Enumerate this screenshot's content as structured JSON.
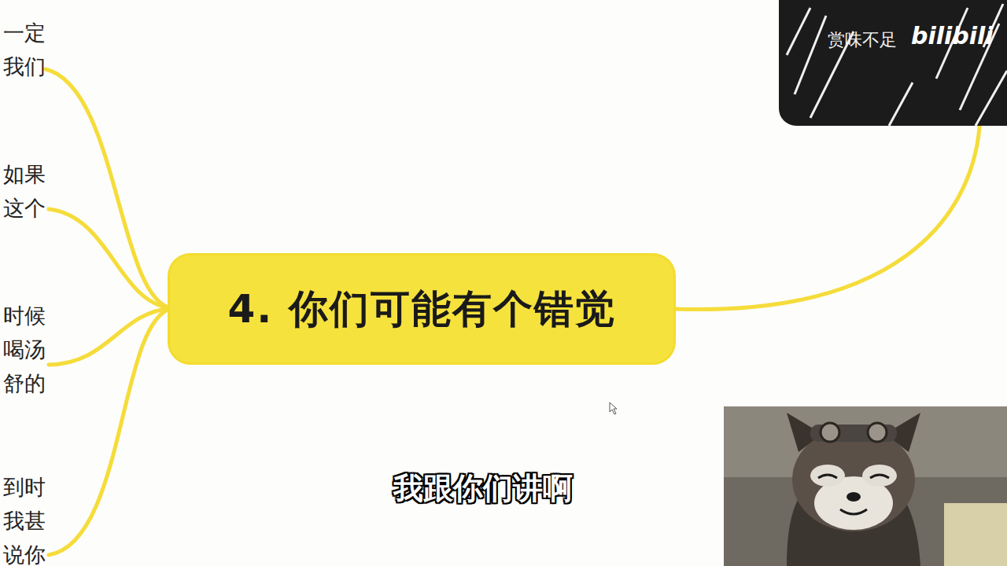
{
  "diagram": {
    "nodes": [
      {
        "text": [
          "4. 你们可能有个错觉"
        ]
      },
      {
        "text": [
          "赏味不足",
          "bilibili"
        ]
      }
    ],
    "edges": [
      {
        "from": 0,
        "to": 1,
        "arrow": "none"
      }
    ],
    "labels": [
      "一定 我们",
      "如果 这个",
      "时候 喝汤 舒的",
      "到时 我甚 说你",
      "我跟你们讲啊"
    ]
  }
}
